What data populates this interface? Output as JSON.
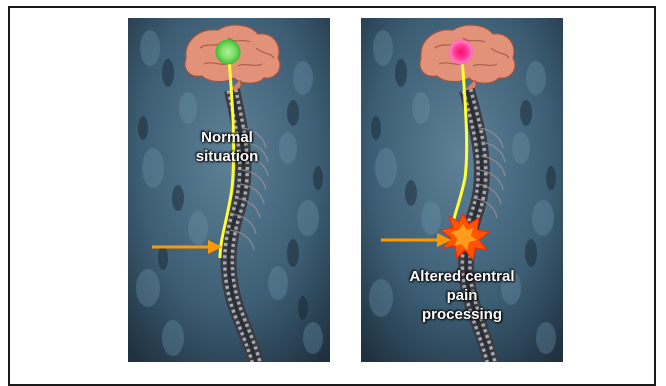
{
  "panels": {
    "normal": {
      "caption_line1": "Normal",
      "caption_line2": "situation",
      "marker_color": "#6fe05a"
    },
    "altered": {
      "caption_line1": "Altered central",
      "caption_line2": "pain",
      "caption_line3": "processing",
      "marker_color": "#ff2c8e"
    }
  },
  "colors": {
    "pain_pathway": "#ffff33",
    "input_arrow": "#ff9900",
    "burst": "#ff5500",
    "background": "#3c5d73"
  }
}
